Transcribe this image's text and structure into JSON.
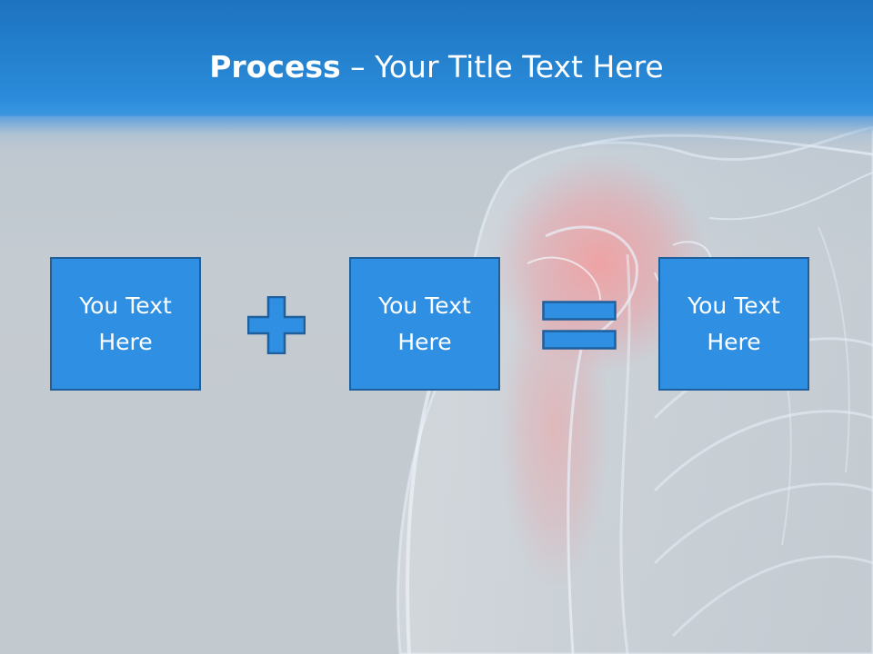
{
  "slide": {
    "title_bold": "Process",
    "title_rest": " – Your Title Text Here",
    "boxes": [
      {
        "text": "You Text Here"
      },
      {
        "text": "You Text Here"
      },
      {
        "text": "You Text Here"
      }
    ],
    "operators": [
      "plus-icon",
      "equals-icon"
    ],
    "colors": {
      "header": "#2583d0",
      "box_fill": "#2e8fe3",
      "box_border": "#1f5f9c",
      "background": "#c2c9cf",
      "highlight": "#f08a8a"
    }
  }
}
